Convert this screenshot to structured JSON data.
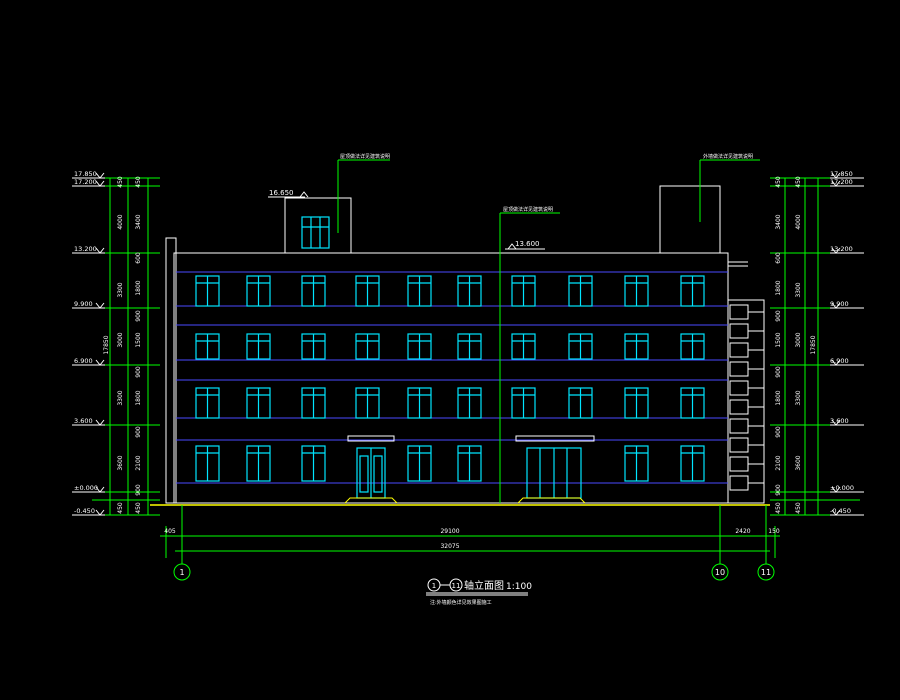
{
  "elevations": {
    "left": [
      "17.850",
      "17.200",
      "13.200",
      "9.900",
      "6.900",
      "3.600",
      "±0.000",
      "-0.450"
    ],
    "right": [
      "17.850",
      "17.200",
      "13.200",
      "9.900",
      "6.900",
      "3.600",
      "±0.000",
      "-0.450"
    ]
  },
  "level_marks": {
    "roof_top": "16.650",
    "parapet": "13.600"
  },
  "dims_left": {
    "outer": [
      "450",
      "4000",
      "3300",
      "3000",
      "3300",
      "3600",
      "450"
    ],
    "inner": [
      "450",
      "3400",
      "600",
      "1800",
      "900",
      "1500",
      "900",
      "1800",
      "900",
      "2100",
      "900",
      "450"
    ],
    "total": "17850"
  },
  "dims_right": {
    "outer": [
      "450",
      "3400",
      "600",
      "1800",
      "900",
      "1500",
      "900",
      "1800",
      "900",
      "2100",
      "900",
      "450"
    ],
    "inner": [
      "450",
      "4000",
      "3300",
      "3000",
      "3300",
      "3600",
      "450"
    ],
    "total": "17850"
  },
  "dims_bottom": {
    "row1": [
      "405",
      "29100",
      "2420",
      "150"
    ],
    "total": "32075"
  },
  "grid_axes": [
    "1",
    "10",
    "11"
  ],
  "callouts": [
    "屋顶做法详见建筑说明",
    "屋顶做法详见建筑说明",
    "外墙做法详见建筑说明"
  ],
  "title": {
    "axis_from": "1",
    "axis_to": "11",
    "label": "轴立面图",
    "scale": "1:100"
  },
  "note": "注:外墙颜色详见效果图施工"
}
